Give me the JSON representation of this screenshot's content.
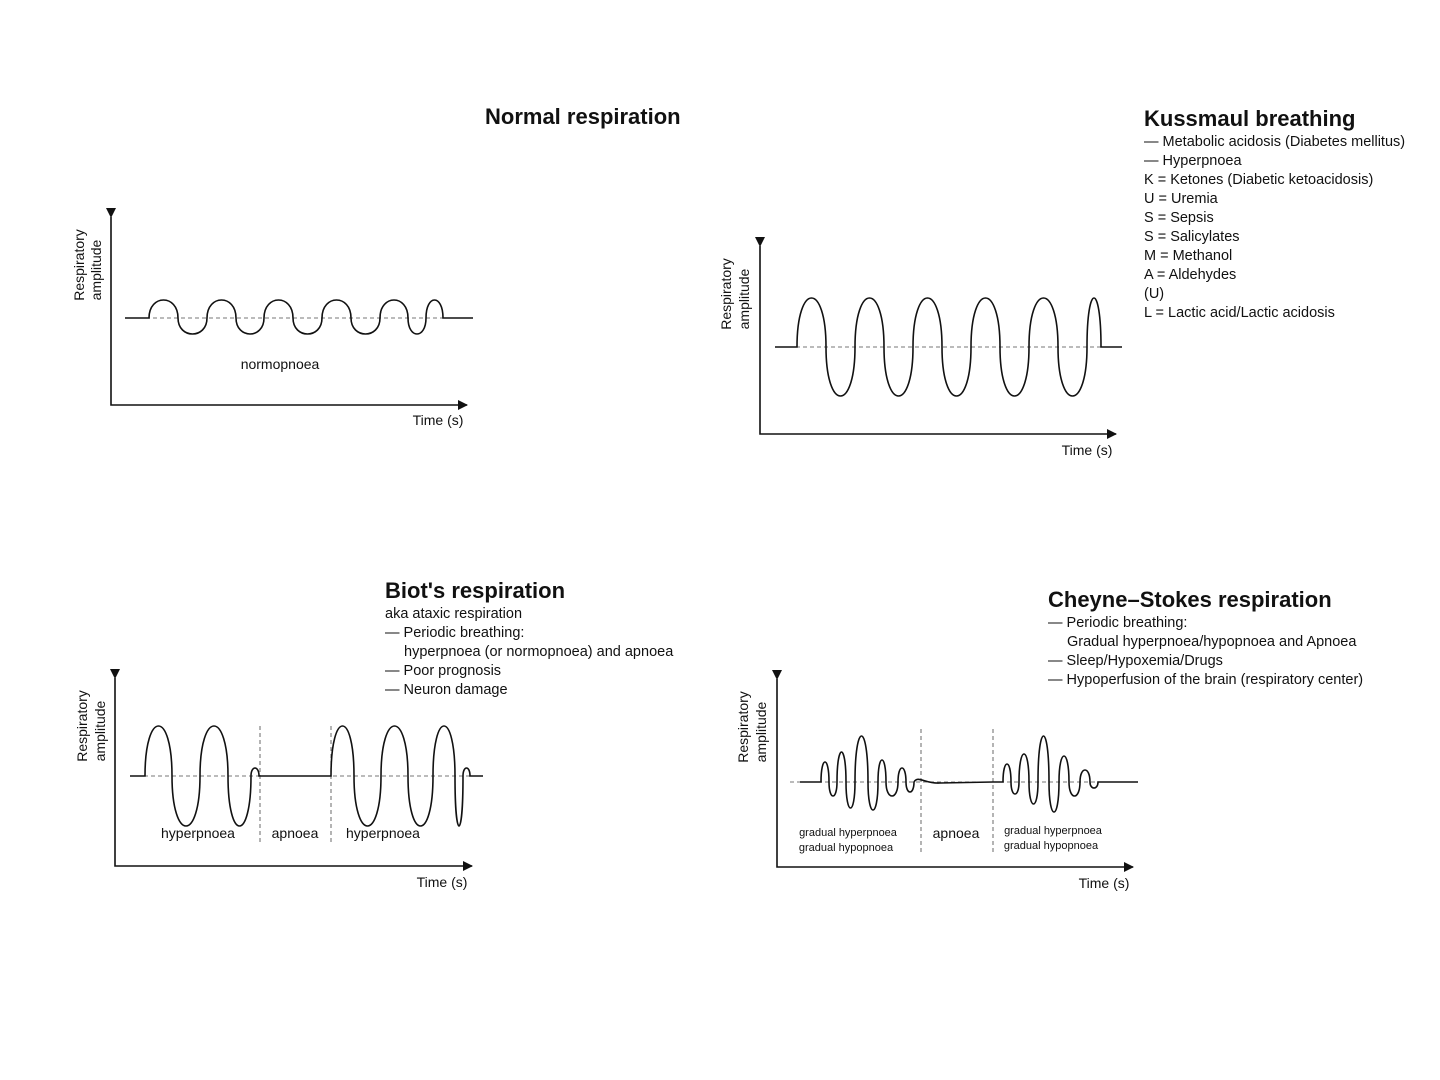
{
  "common": {
    "y_axis_line1": "Respiratory",
    "y_axis_line2": "amplitude",
    "x_axis": "Time (s)"
  },
  "normal": {
    "title": "Normal respiration",
    "phase": "normopnoea"
  },
  "kussmaul": {
    "title": "Kussmaul breathing",
    "notes": [
      "— Metabolic acidosis (Diabetes mellitus)",
      "— Hyperpnoea",
      "K = Ketones (Diabetic ketoacidosis)",
      "U = Uremia",
      "S = Sepsis",
      "S = Salicylates",
      "M = Methanol",
      "A = Aldehydes",
      "(U)",
      "L = Lactic acid/Lactic acidosis"
    ]
  },
  "biot": {
    "title": "Biot's respiration",
    "notes": [
      "aka ataxic respiration",
      "— Periodic breathing:",
      "hyperpnoea (or normopnoea) and apnoea",
      "— Poor prognosis",
      "— Neuron damage"
    ],
    "phases": [
      "hyperpnoea",
      "apnoea",
      "hyperpnoea"
    ]
  },
  "cheyne": {
    "title": "Cheyne–Stokes respiration",
    "notes": [
      "— Periodic breathing:",
      "Gradual hyperpnoea/hypopnoea and Apnoea",
      "— Sleep/Hypoxemia/Drugs",
      "— Hypoperfusion of the brain (respiratory center)"
    ],
    "phase_left_1": "gradual hyperpnoea",
    "phase_left_2": "gradual hypopnoea",
    "phase_mid": "apnoea",
    "phase_right_1": "gradual hyperpnoea",
    "phase_right_2": "gradual hypopnoea"
  }
}
